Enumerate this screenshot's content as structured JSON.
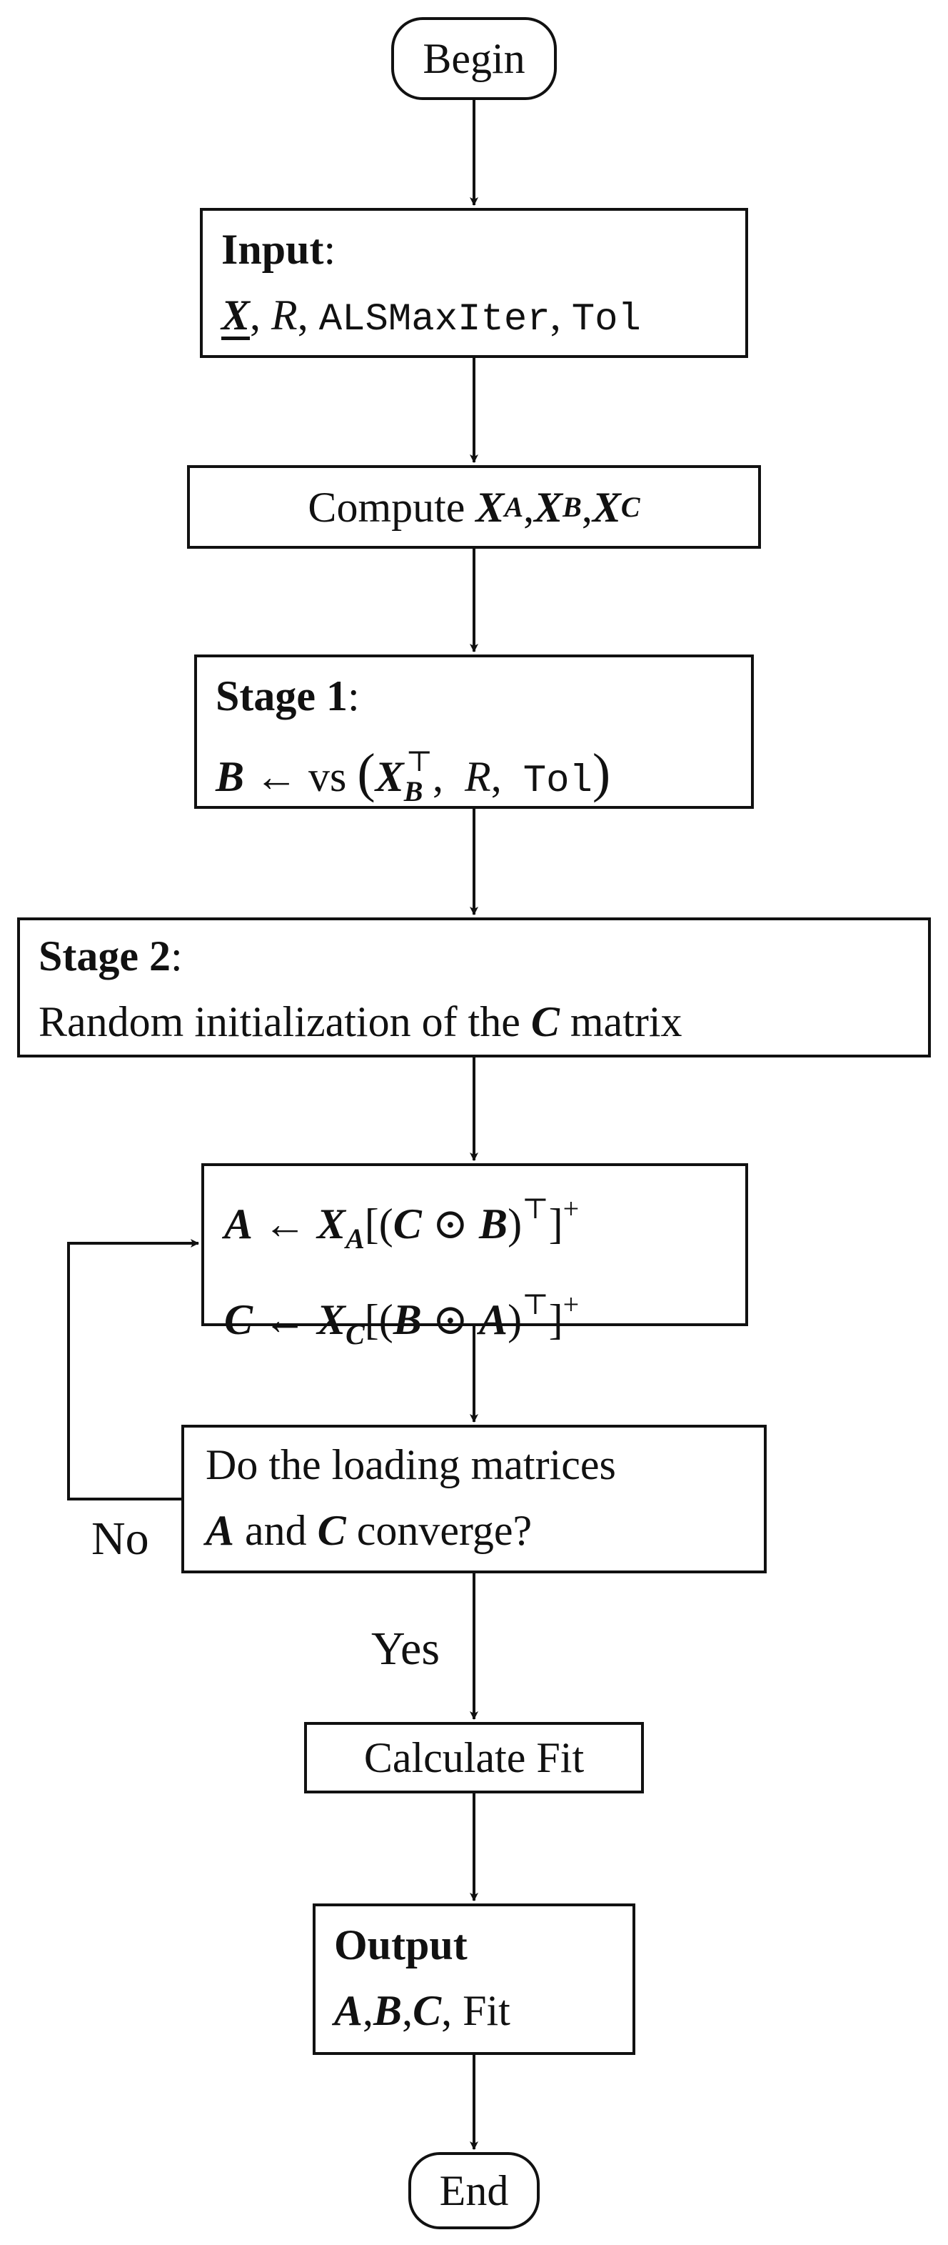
{
  "begin": "Begin",
  "input": {
    "title": "Input",
    "colon": ":",
    "tensor": "X",
    "rank": "R",
    "maxiter": "ALSMaxIter",
    "tol": "Tol",
    "sep": ","
  },
  "compute": {
    "label": "Compute",
    "x": "X",
    "sub_a": "A",
    "sub_b": "B",
    "sub_c": "C",
    "sep": ","
  },
  "stage1": {
    "title": "Stage 1",
    "colon": ":",
    "lhs": "B",
    "arrow": "←",
    "func": "vs",
    "open": "(",
    "x": "X",
    "sub": "B",
    "sup": "⊤",
    "rank": "R",
    "tol": "Tol",
    "close": ")",
    "sep": ","
  },
  "stage2": {
    "title": "Stage 2",
    "colon": ":",
    "text_before": "Random initialization of the",
    "matrix": "C",
    "text_after": "matrix"
  },
  "update": {
    "line1": {
      "lhs": "A",
      "arrow": "←",
      "x": "X",
      "sub": "A",
      "open": "[(",
      "m1": "C",
      "op": "⊙",
      "m2": "B",
      "close": ")",
      "t": "⊤",
      "rb": "]",
      "plus": "+"
    },
    "line2": {
      "lhs": "C",
      "arrow": "←",
      "x": "X",
      "sub": "C",
      "open": "[(",
      "m1": "B",
      "op": "⊙",
      "m2": "A",
      "close": ")",
      "t": "⊤",
      "rb": "]",
      "plus": "+"
    }
  },
  "decision": {
    "line1": "Do the loading matrices",
    "a": "A",
    "and": "and",
    "c": "C",
    "line2_end": "converge?"
  },
  "labels": {
    "no": "No",
    "yes": "Yes"
  },
  "fit": "Calculate Fit",
  "output": {
    "title": "Output",
    "a": "A",
    "b": "B",
    "c": "C",
    "fit": "Fit",
    "sep": ","
  },
  "end": "End"
}
